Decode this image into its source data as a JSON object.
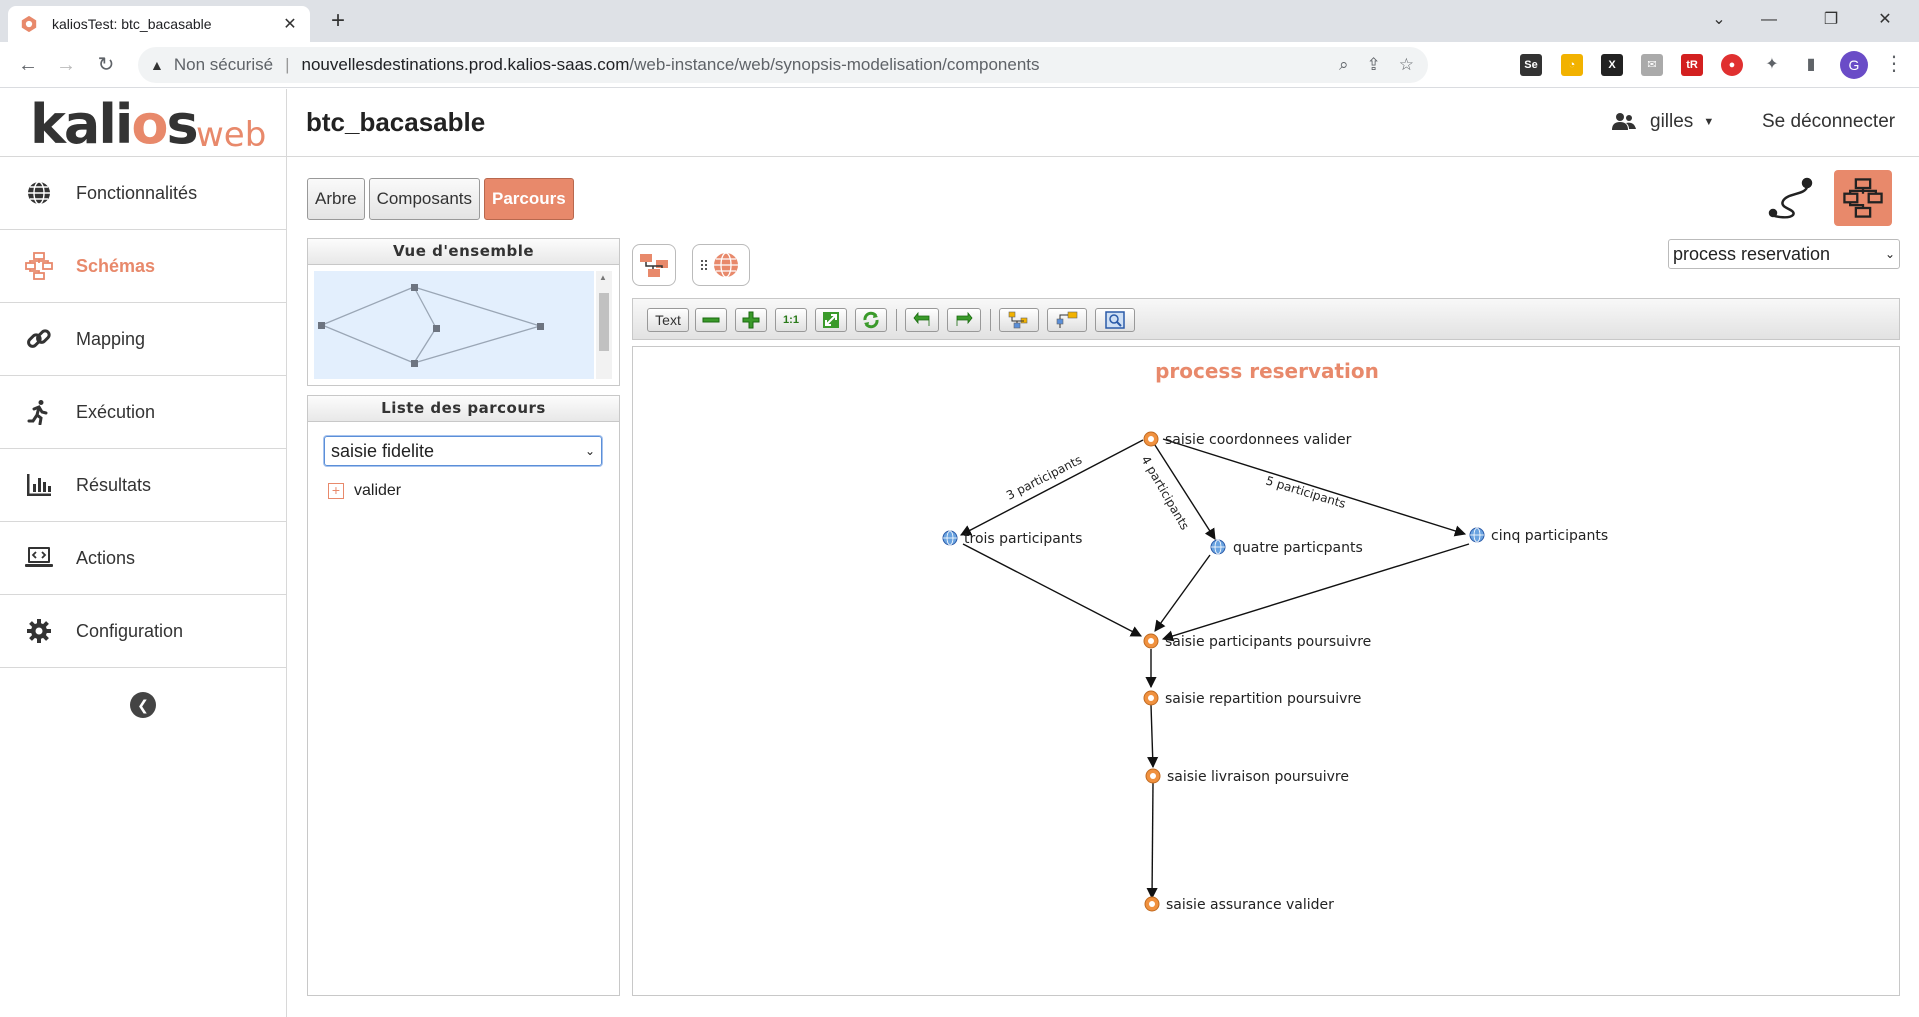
{
  "browser": {
    "tab_title": "kaliosTest: btc_bacasable",
    "new_tab": "+",
    "security_label": "Non sécurisé",
    "url_host": "nouvellesdestinations.prod.kalios-saas.com",
    "url_path": "/web-instance/web/synopsis-modelisation/components",
    "profile_initial": "G"
  },
  "header": {
    "logo_main_1": "kali",
    "logo_main_o": "o",
    "logo_main_2": "s",
    "logo_web": "web",
    "instance_title": "btc_bacasable",
    "user_name": "gilles",
    "logout_label": "Se déconnecter"
  },
  "sidebar": {
    "items": [
      {
        "label": "Fonctionnalités",
        "icon": "globe-icon"
      },
      {
        "label": "Schémas",
        "icon": "schema-icon"
      },
      {
        "label": "Mapping",
        "icon": "link-icon"
      },
      {
        "label": "Exécution",
        "icon": "running-icon"
      },
      {
        "label": "Résultats",
        "icon": "bar-chart-icon"
      },
      {
        "label": "Actions",
        "icon": "laptop-code-icon"
      },
      {
        "label": "Configuration",
        "icon": "gear-icon"
      }
    ]
  },
  "view_tabs": [
    "Arbre",
    "Composants",
    "Parcours"
  ],
  "overview_panel": {
    "title": "Vue d'ensemble"
  },
  "routes_panel": {
    "title": "Liste des parcours",
    "selected": "saisie fidelite",
    "items": [
      "valider"
    ]
  },
  "process_select": {
    "value": "process reservation"
  },
  "toolbar": {
    "text_label": "Text",
    "zoom_label": "1:1"
  },
  "diagram": {
    "title": "process reservation",
    "nodes": [
      {
        "id": "n1",
        "label": "saisie coordonnees valider",
        "kind": "step"
      },
      {
        "id": "n2",
        "label": "trois participants",
        "kind": "web"
      },
      {
        "id": "n3",
        "label": "quatre particpants",
        "kind": "web"
      },
      {
        "id": "n4",
        "label": "cinq participants",
        "kind": "web"
      },
      {
        "id": "n5",
        "label": "saisie participants poursuivre",
        "kind": "step"
      },
      {
        "id": "n6",
        "label": "saisie repartition poursuivre",
        "kind": "step"
      },
      {
        "id": "n7",
        "label": "saisie livraison poursuivre",
        "kind": "step"
      },
      {
        "id": "n8",
        "label": "saisie assurance valider",
        "kind": "step"
      }
    ],
    "edge_labels": {
      "e1": "3 participants",
      "e2": "4 participants",
      "e3": "5 participants"
    }
  },
  "colors": {
    "accent": "#e8896b",
    "step_node": "#f0913f",
    "web_node": "#6aa3e0"
  }
}
